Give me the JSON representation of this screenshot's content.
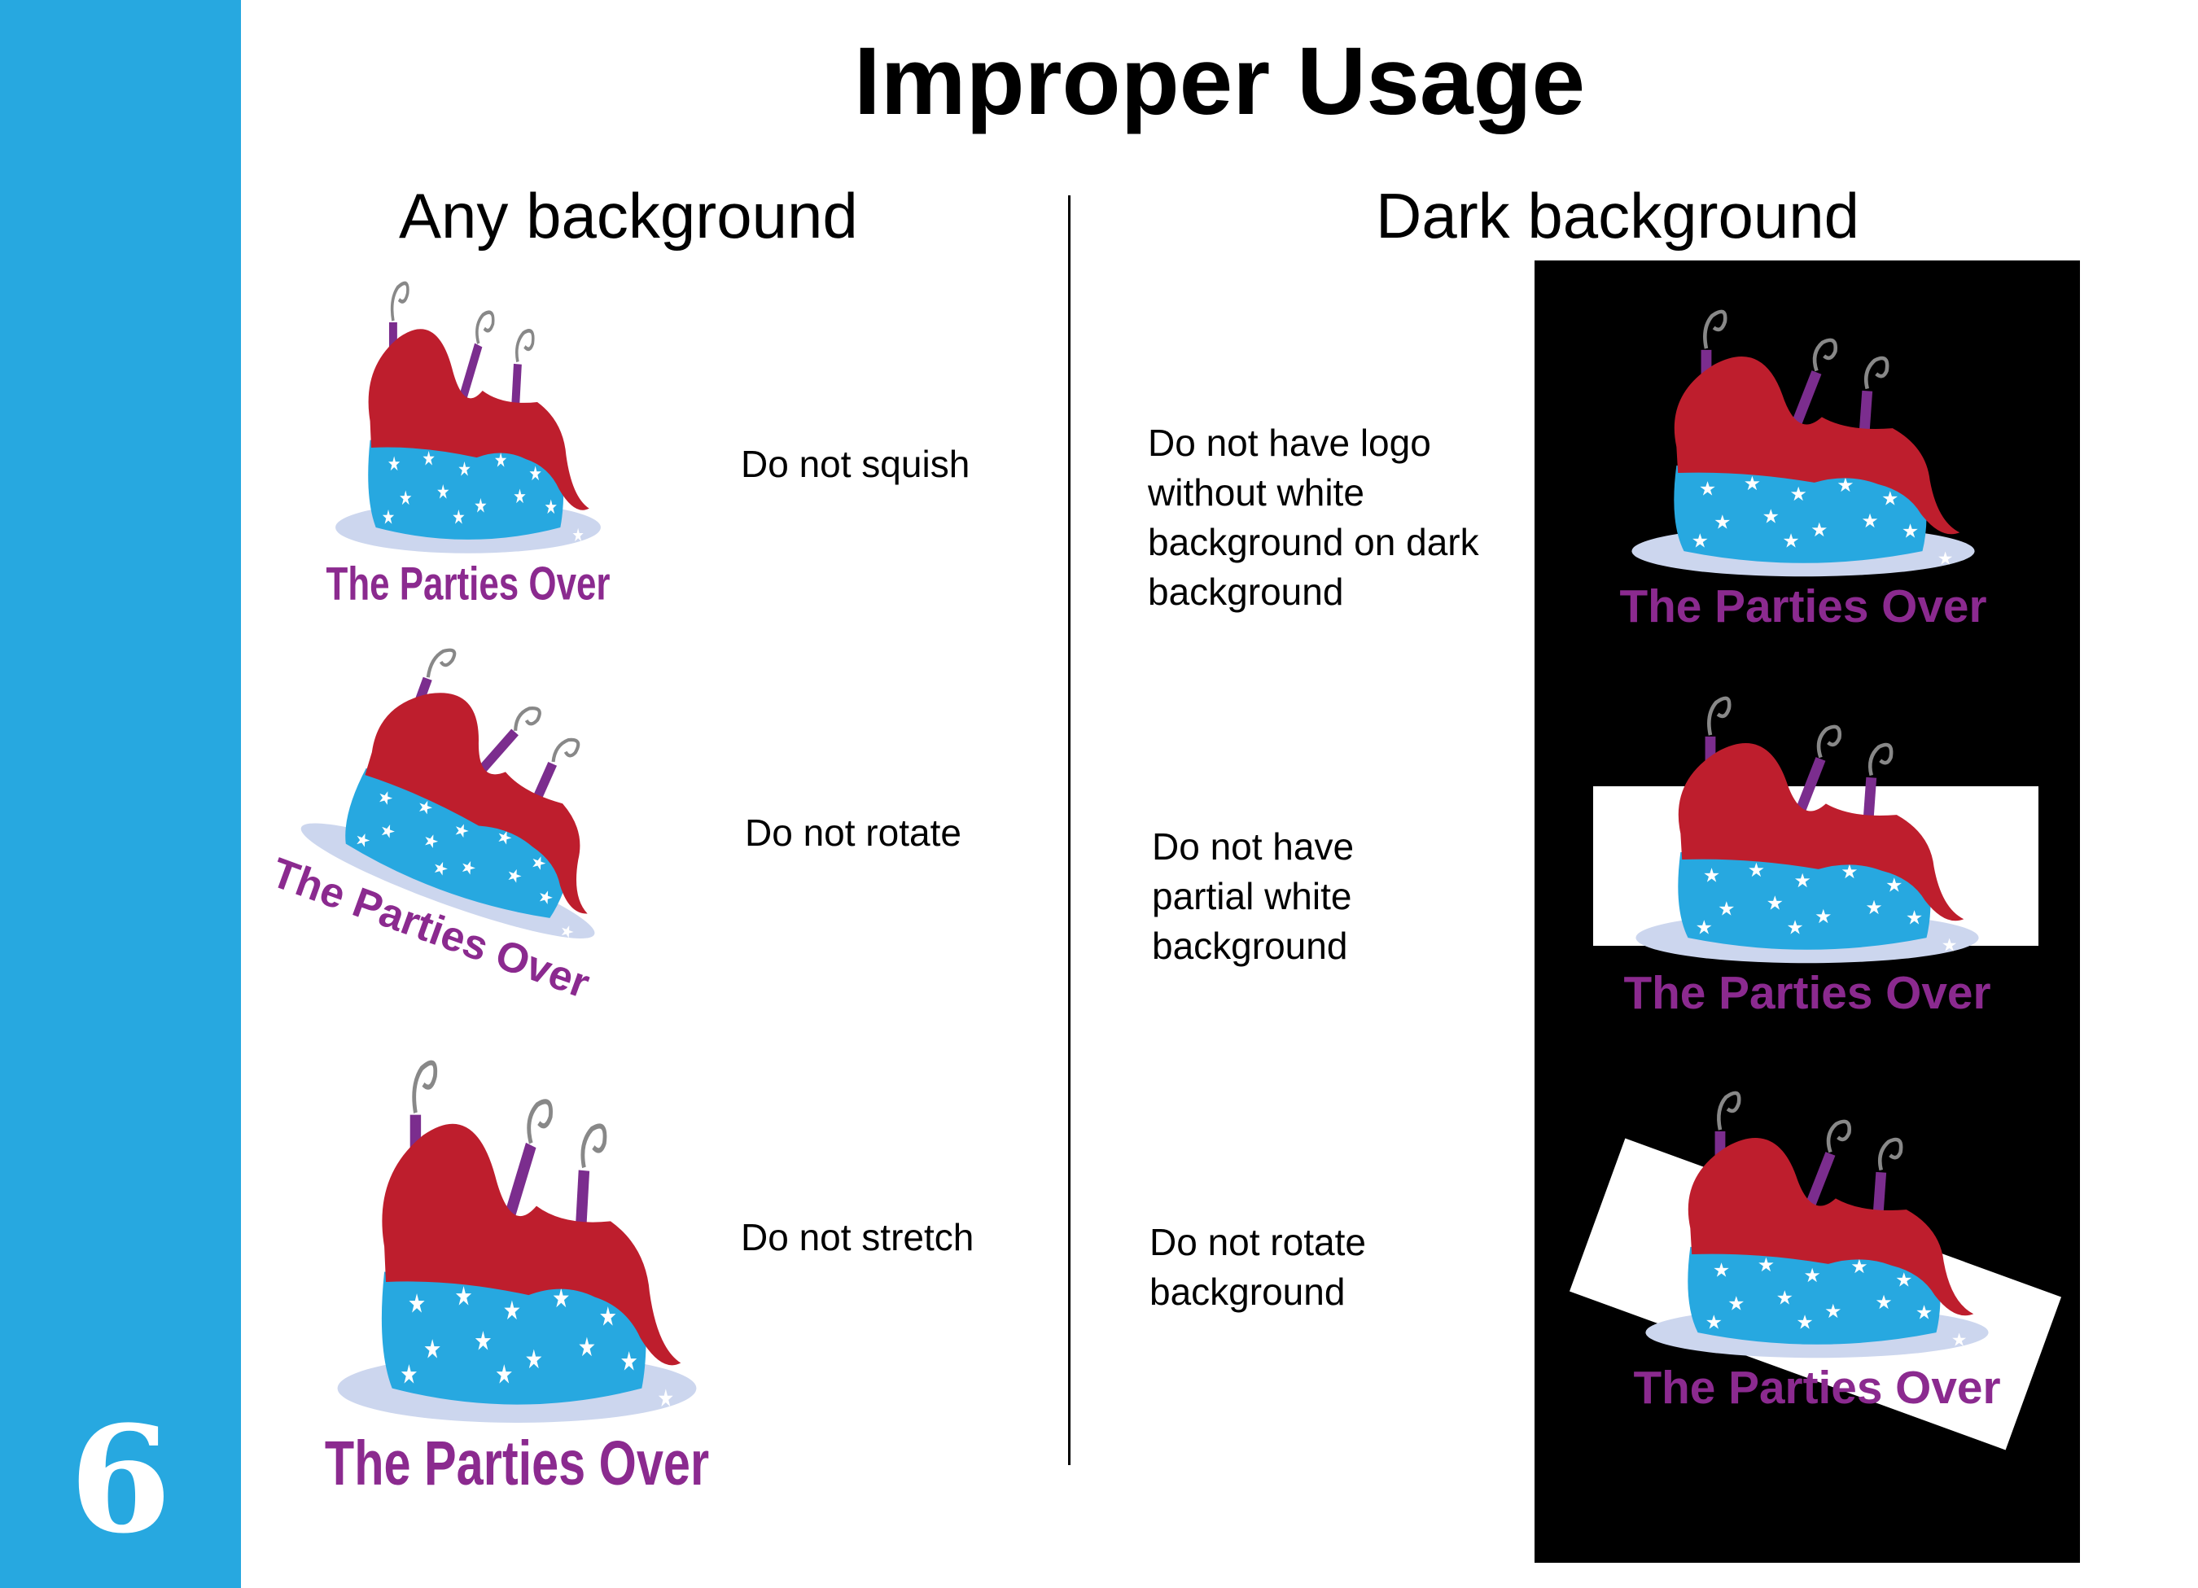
{
  "page": {
    "title": "Improper Usage",
    "number": "6"
  },
  "columns": {
    "left_heading": "Any background",
    "right_heading": "Dark background"
  },
  "logo": {
    "wordmark": "The Parties Over"
  },
  "rules_left": [
    {
      "caption": "Do not squish"
    },
    {
      "caption": "Do not rotate"
    },
    {
      "caption": "Do not stretch"
    }
  ],
  "rules_right": [
    {
      "lines": [
        "Do not have logo",
        "without white",
        "background on dark",
        "background"
      ]
    },
    {
      "lines": [
        "Do not have",
        "partial white",
        "background"
      ]
    },
    {
      "lines": [
        "Do not rotate",
        "background"
      ]
    }
  ],
  "colors": {
    "sidebar": "#27A8E0",
    "frosting": "#BE1E2D",
    "cake": "#27A8E0",
    "candle": "#7B2D8E",
    "plate": "#CCD6EE",
    "wordmark": "#8B2A8F",
    "panel": "#000000"
  }
}
